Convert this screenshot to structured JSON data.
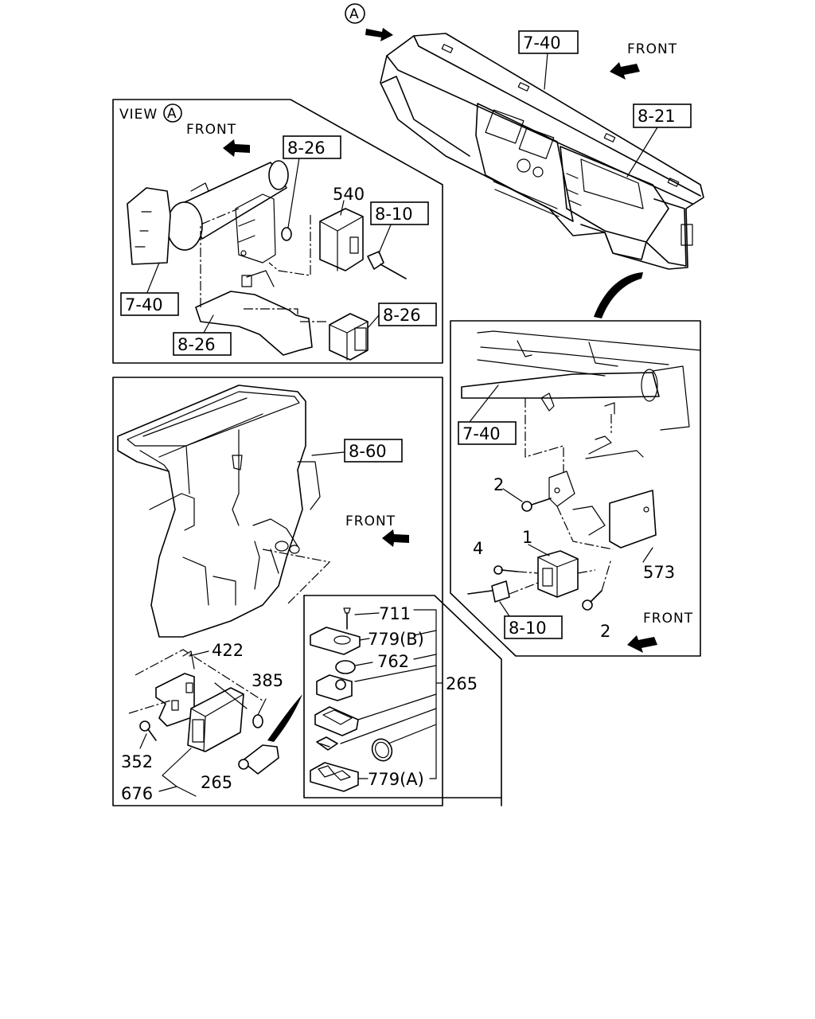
{
  "callout": {
    "a": "A",
    "view_label": "VIEW",
    "view_callout": "A"
  },
  "front_labels": {
    "top": "FRONT",
    "view_a": "FRONT",
    "heater": "FRONT",
    "right": "FRONT"
  },
  "refs": {
    "top_7_40": "7-40",
    "top_8_21": "8-21",
    "view_8_26_top": "8-26",
    "view_8_10": "8-10",
    "view_8_26_mid": "8-26",
    "view_7_40": "7-40",
    "view_8_26_bottom": "8-26",
    "heater_8_60": "8-60",
    "right_7_40": "7-40",
    "right_8_10": "8-10"
  },
  "parts": {
    "p540": "540",
    "p2a": "2",
    "p1": "1",
    "p4": "4",
    "p573": "573",
    "p2b": "2",
    "p422": "422",
    "p385": "385",
    "p352": "352",
    "p676": "676",
    "p265a": "265",
    "p711": "711",
    "p779b": "779(B)",
    "p762": "762",
    "p265b": "265",
    "p779a": "779(A)"
  }
}
